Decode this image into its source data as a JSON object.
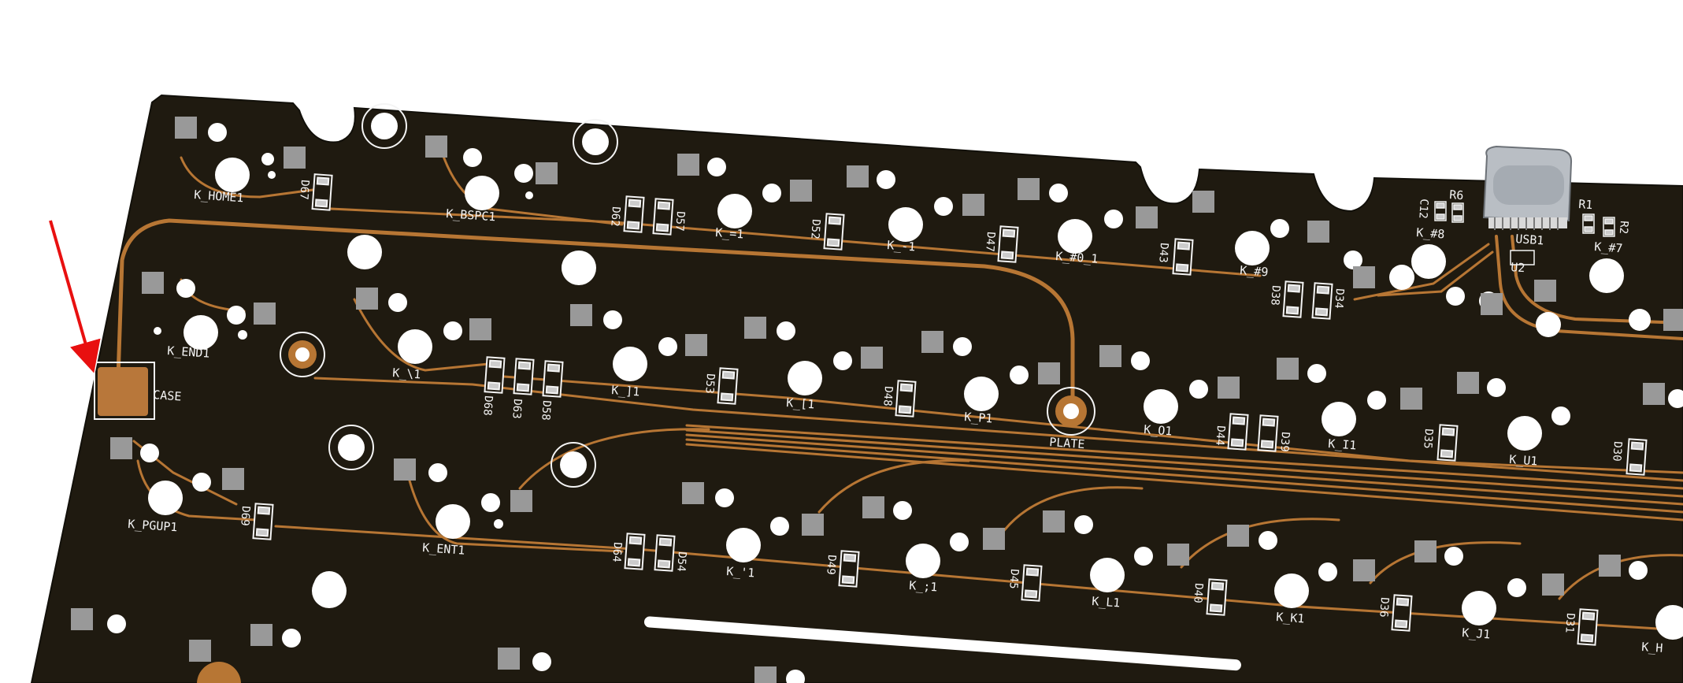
{
  "colors": {
    "background": "#ffffff",
    "board": "#1f1a10",
    "trace": "#b77634",
    "pad": "#999999",
    "hole": "#ffffff",
    "silkscreen": "#f4f4f4",
    "case_pad": "#b8773a",
    "annotation_arrow": "#e81010",
    "usb_connector": "#b9bec4"
  },
  "board": {
    "connector_label": "USB1",
    "connector_icon": "usb-c-connector-icon"
  },
  "annotation": {
    "icon": "red-arrow-icon",
    "target": "CASE"
  },
  "labels": {
    "case": "CASE",
    "plate": "PLATE",
    "keys": [
      "K_HOME1",
      "K_BSPC1",
      "K_=1",
      "K_-1",
      "K_#0_1",
      "K_#9",
      "K_#8",
      "K_#7",
      "K_END1",
      "K_\\1",
      "K_]1",
      "K_[1",
      "K_P1",
      "K_O1",
      "K_I1",
      "K_U1",
      "K_PGUP1",
      "K_ENT1",
      "K_'1",
      "K_;1",
      "K_L1",
      "K_K1",
      "K_J1",
      "K_H"
    ],
    "diodes": [
      "D67",
      "D62",
      "D57",
      "D52",
      "D47",
      "D43",
      "D38",
      "D34",
      "D68",
      "D63",
      "D58",
      "D53",
      "D48",
      "D44",
      "D39",
      "D35",
      "D30",
      "D69",
      "D64",
      "D54",
      "D49",
      "D45",
      "D40",
      "D36",
      "D31"
    ],
    "components": [
      "C12",
      "R6",
      "R1",
      "R2",
      "U2"
    ]
  }
}
